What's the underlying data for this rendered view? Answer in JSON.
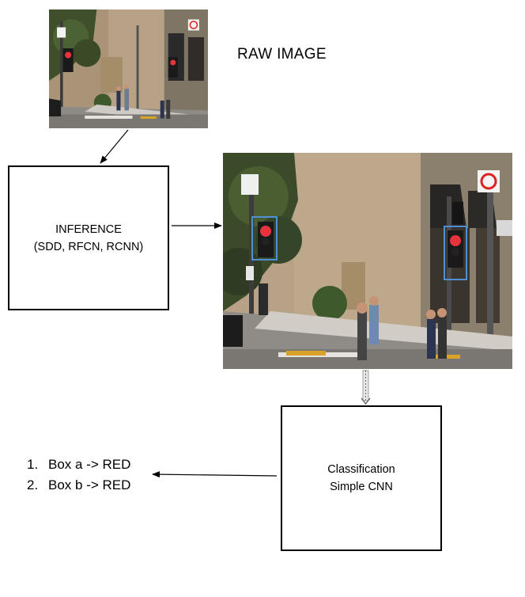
{
  "raw_image": {
    "title": "RAW IMAGE"
  },
  "inference": {
    "line1": "INFERENCE",
    "line2": "(SDD, RFCN, RCNN)"
  },
  "classification": {
    "line1": "Classification",
    "line2": "Simple CNN"
  },
  "results": [
    {
      "num": "1.",
      "text": "Box a -> RED"
    },
    {
      "num": "2.",
      "text": "Box b -> RED"
    }
  ],
  "colors": {
    "bounding_box": "#4f8fd3",
    "traffic_light_red": "#e8323c",
    "wall": "#b8a287",
    "sky": "#cfcbc4"
  }
}
